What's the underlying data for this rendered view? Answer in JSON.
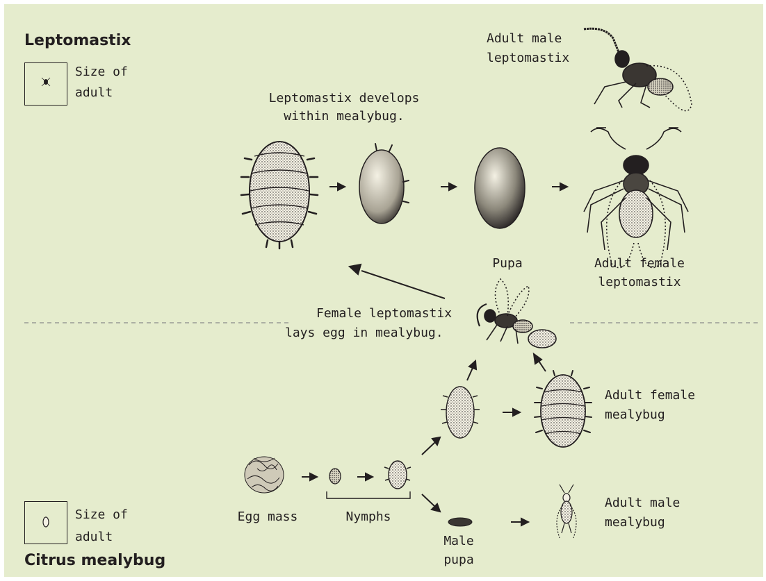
{
  "sections": {
    "top_title": "Leptomastix",
    "bottom_title": "Citrus mealybug"
  },
  "size_of_adult": {
    "top": [
      "Size of",
      "adult"
    ],
    "bottom": [
      "Size of",
      "adult"
    ]
  },
  "labels": {
    "adult_male_leptomastix": [
      "Adult male",
      "leptomastix"
    ],
    "develops_within": [
      "Leptomastix develops",
      "within mealybug."
    ],
    "pupa": "Pupa",
    "adult_female_leptomastix": [
      "Adult female",
      "leptomastix"
    ],
    "female_lays_egg": [
      "Female leptomastix",
      "lays egg in mealybug."
    ],
    "adult_female_mealybug": [
      "Adult female",
      "mealybug"
    ],
    "egg_mass": "Egg mass",
    "nymphs": "Nymphs",
    "male_pupa": [
      "Male",
      "pupa"
    ],
    "adult_male_mealybug": [
      "Adult male",
      "mealybug"
    ]
  },
  "colors": {
    "background": "#e5eccd",
    "ink": "#231f20",
    "divider": "#8a8a8a"
  }
}
